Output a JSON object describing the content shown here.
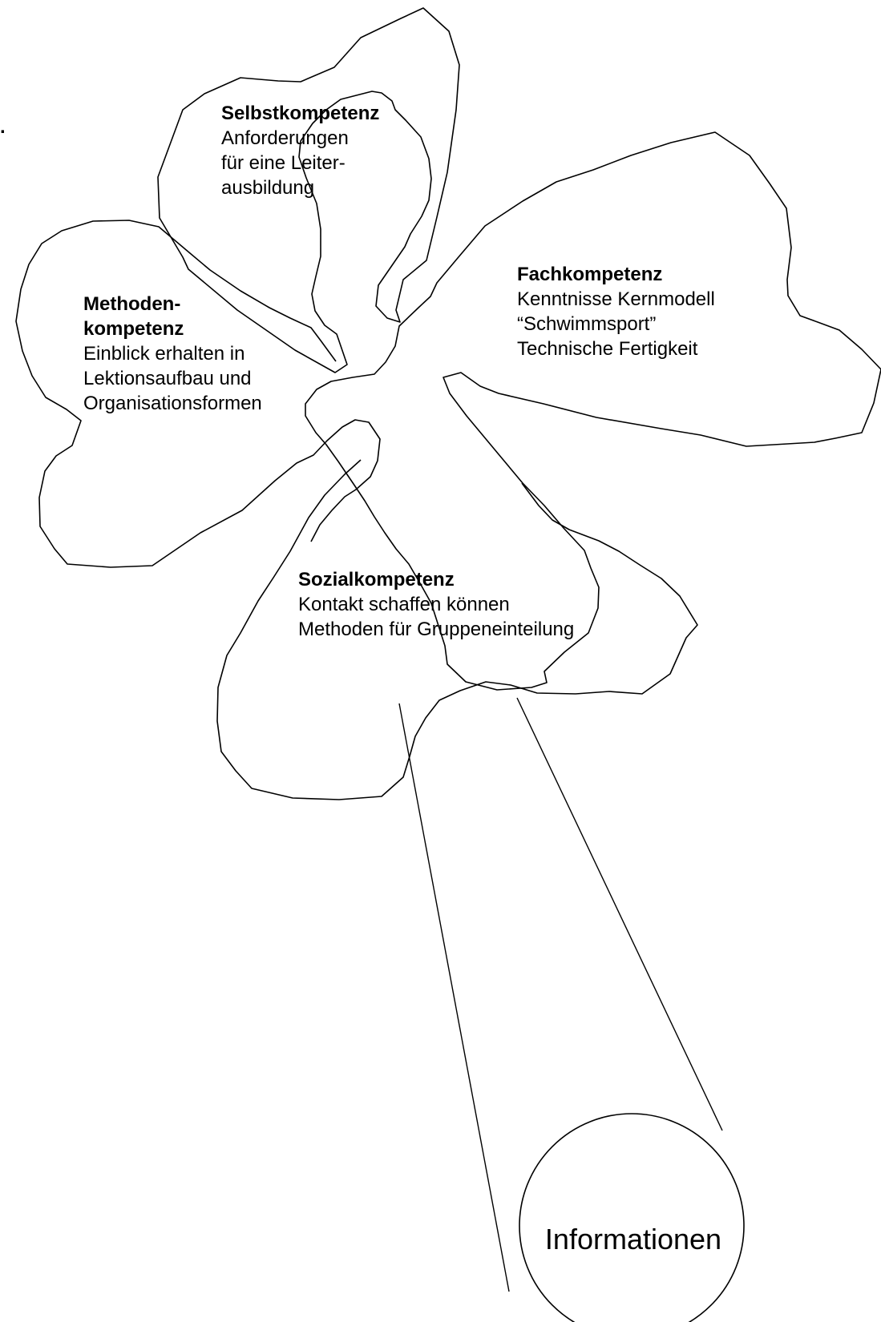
{
  "colors": {
    "stroke": "#000000",
    "background": "#ffffff"
  },
  "stray_mark": ".",
  "petals": {
    "selbst": {
      "title": "Selbstkompetenz",
      "lines": [
        "Anforderungen",
        "für eine Leiter-",
        "ausbildung"
      ]
    },
    "fach": {
      "title": "Fachkompetenz",
      "lines": [
        "Kenntnisse Kernmodell",
        "“Schwimmsport”",
        "Technische Fertigkeit"
      ]
    },
    "methoden": {
      "title_lines": [
        "Methoden-",
        "kompetenz"
      ],
      "lines": [
        "Einblick erhalten in",
        "Lektionsaufbau und",
        "Organisationsformen"
      ]
    },
    "sozial": {
      "title": "Sozialkompetenz",
      "lines": [
        "Kontakt schaffen können",
        "Methoden für Gruppeneinteilung"
      ]
    }
  },
  "stem_circle_label": "Informationen"
}
